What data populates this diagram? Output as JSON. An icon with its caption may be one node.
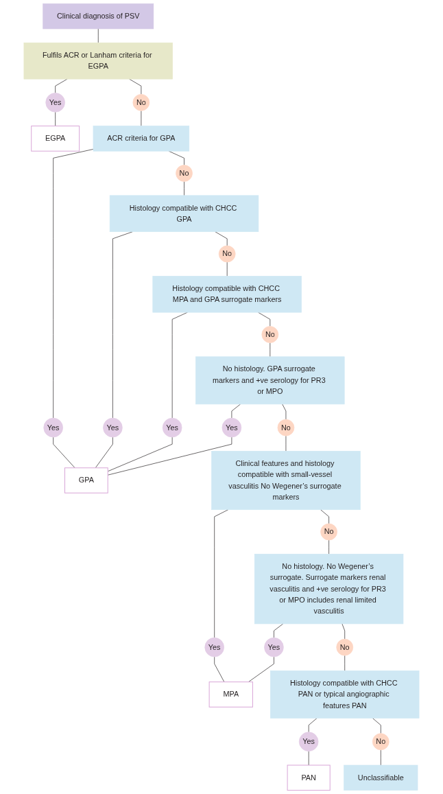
{
  "diagram": {
    "nodes": [
      {
        "text": [
          "Clinical diagnosis of PSV"
        ]
      },
      {
        "text": [
          "Fulfils ACR or Lanham criteria for EGPA"
        ]
      },
      {
        "text": [
          "Yes"
        ]
      },
      {
        "text": [
          "No"
        ]
      },
      {
        "text": [
          "EGPA"
        ]
      },
      {
        "text": [
          "Yes"
        ]
      },
      {
        "text": [
          "ACR criteria for GPA"
        ]
      },
      {
        "text": [
          "No"
        ]
      },
      {
        "text": [
          "Yes"
        ]
      },
      {
        "text": [
          "Histology compatible with CHCC GPA"
        ]
      },
      {
        "text": [
          "GPA"
        ]
      },
      {
        "text": [
          "No"
        ]
      },
      {
        "text": [
          "Yes"
        ]
      },
      {
        "text": [
          "Histology compatible with CHCC MPA and GPA surrogate markers"
        ]
      },
      {
        "text": [
          "No"
        ]
      },
      {
        "text": [
          "Yes"
        ]
      },
      {
        "text": [
          "No histology. GPA surrogate markers and +ve serology for PR3 or MPO"
        ]
      },
      {
        "text": [
          "No"
        ]
      },
      {
        "text": [
          "Yes"
        ]
      },
      {
        "text": [
          "Clinical features and histology compatible with small-vessel vasculitis No Wegener’s surrogate markers"
        ]
      },
      {
        "text": [
          "MPA"
        ]
      },
      {
        "text": [
          "No"
        ]
      },
      {
        "text": [
          "Yes"
        ]
      },
      {
        "text": [
          "No histology. No Wegener’s surrogate. Surrogate markers renal vasculitis and +ve serology for PR3 or MPO includes renal limited vasculitis"
        ]
      },
      {
        "text": [
          "No"
        ]
      },
      {
        "text": [
          "PAN"
        ]
      },
      {
        "text": [
          "Yes"
        ]
      },
      {
        "text": [
          "Histology compatible with CHCC PAN or typical angiographic features PAN"
        ]
      },
      {
        "text": [
          "No"
        ]
      },
      {
        "text": [
          "Unclassifiable"
        ]
      }
    ],
    "edges": [
      {
        "from": 0,
        "to": 1,
        "arrow": "none"
      },
      {
        "from": 1,
        "to": 2,
        "arrow": "none"
      },
      {
        "from": 1,
        "to": 3,
        "arrow": "none"
      },
      {
        "from": 2,
        "to": 4,
        "arrow": "none"
      },
      {
        "from": 3,
        "to": 6,
        "arrow": "none"
      },
      {
        "from": 6,
        "to": 5,
        "arrow": "none"
      },
      {
        "from": 5,
        "to": 10,
        "arrow": "none"
      },
      {
        "from": 6,
        "to": 7,
        "arrow": "none"
      },
      {
        "from": 7,
        "to": 9,
        "arrow": "none"
      },
      {
        "from": 9,
        "to": 8,
        "arrow": "none"
      },
      {
        "from": 8,
        "to": 10,
        "arrow": "none"
      },
      {
        "from": 9,
        "to": 11,
        "arrow": "none"
      },
      {
        "from": 11,
        "to": 13,
        "arrow": "none"
      },
      {
        "from": 13,
        "to": 12,
        "arrow": "none"
      },
      {
        "from": 12,
        "to": 10,
        "arrow": "none"
      },
      {
        "from": 13,
        "to": 14,
        "arrow": "none"
      },
      {
        "from": 14,
        "to": 16,
        "arrow": "none"
      },
      {
        "from": 16,
        "to": 15,
        "arrow": "none"
      },
      {
        "from": 15,
        "to": 10,
        "arrow": "none"
      },
      {
        "from": 16,
        "to": 17,
        "arrow": "none"
      },
      {
        "from": 17,
        "to": 19,
        "arrow": "none"
      },
      {
        "from": 19,
        "to": 18,
        "arrow": "none"
      },
      {
        "from": 18,
        "to": 20,
        "arrow": "none"
      },
      {
        "from": 19,
        "to": 21,
        "arrow": "none"
      },
      {
        "from": 21,
        "to": 23,
        "arrow": "none"
      },
      {
        "from": 23,
        "to": 22,
        "arrow": "none"
      },
      {
        "from": 22,
        "to": 20,
        "arrow": "none"
      },
      {
        "from": 23,
        "to": 24,
        "arrow": "none"
      },
      {
        "from": 24,
        "to": 27,
        "arrow": "none"
      },
      {
        "from": 27,
        "to": 26,
        "arrow": "none"
      },
      {
        "from": 26,
        "to": 25,
        "arrow": "none"
      },
      {
        "from": 27,
        "to": 28,
        "arrow": "none"
      },
      {
        "from": 28,
        "to": 29,
        "arrow": "none"
      }
    ]
  }
}
